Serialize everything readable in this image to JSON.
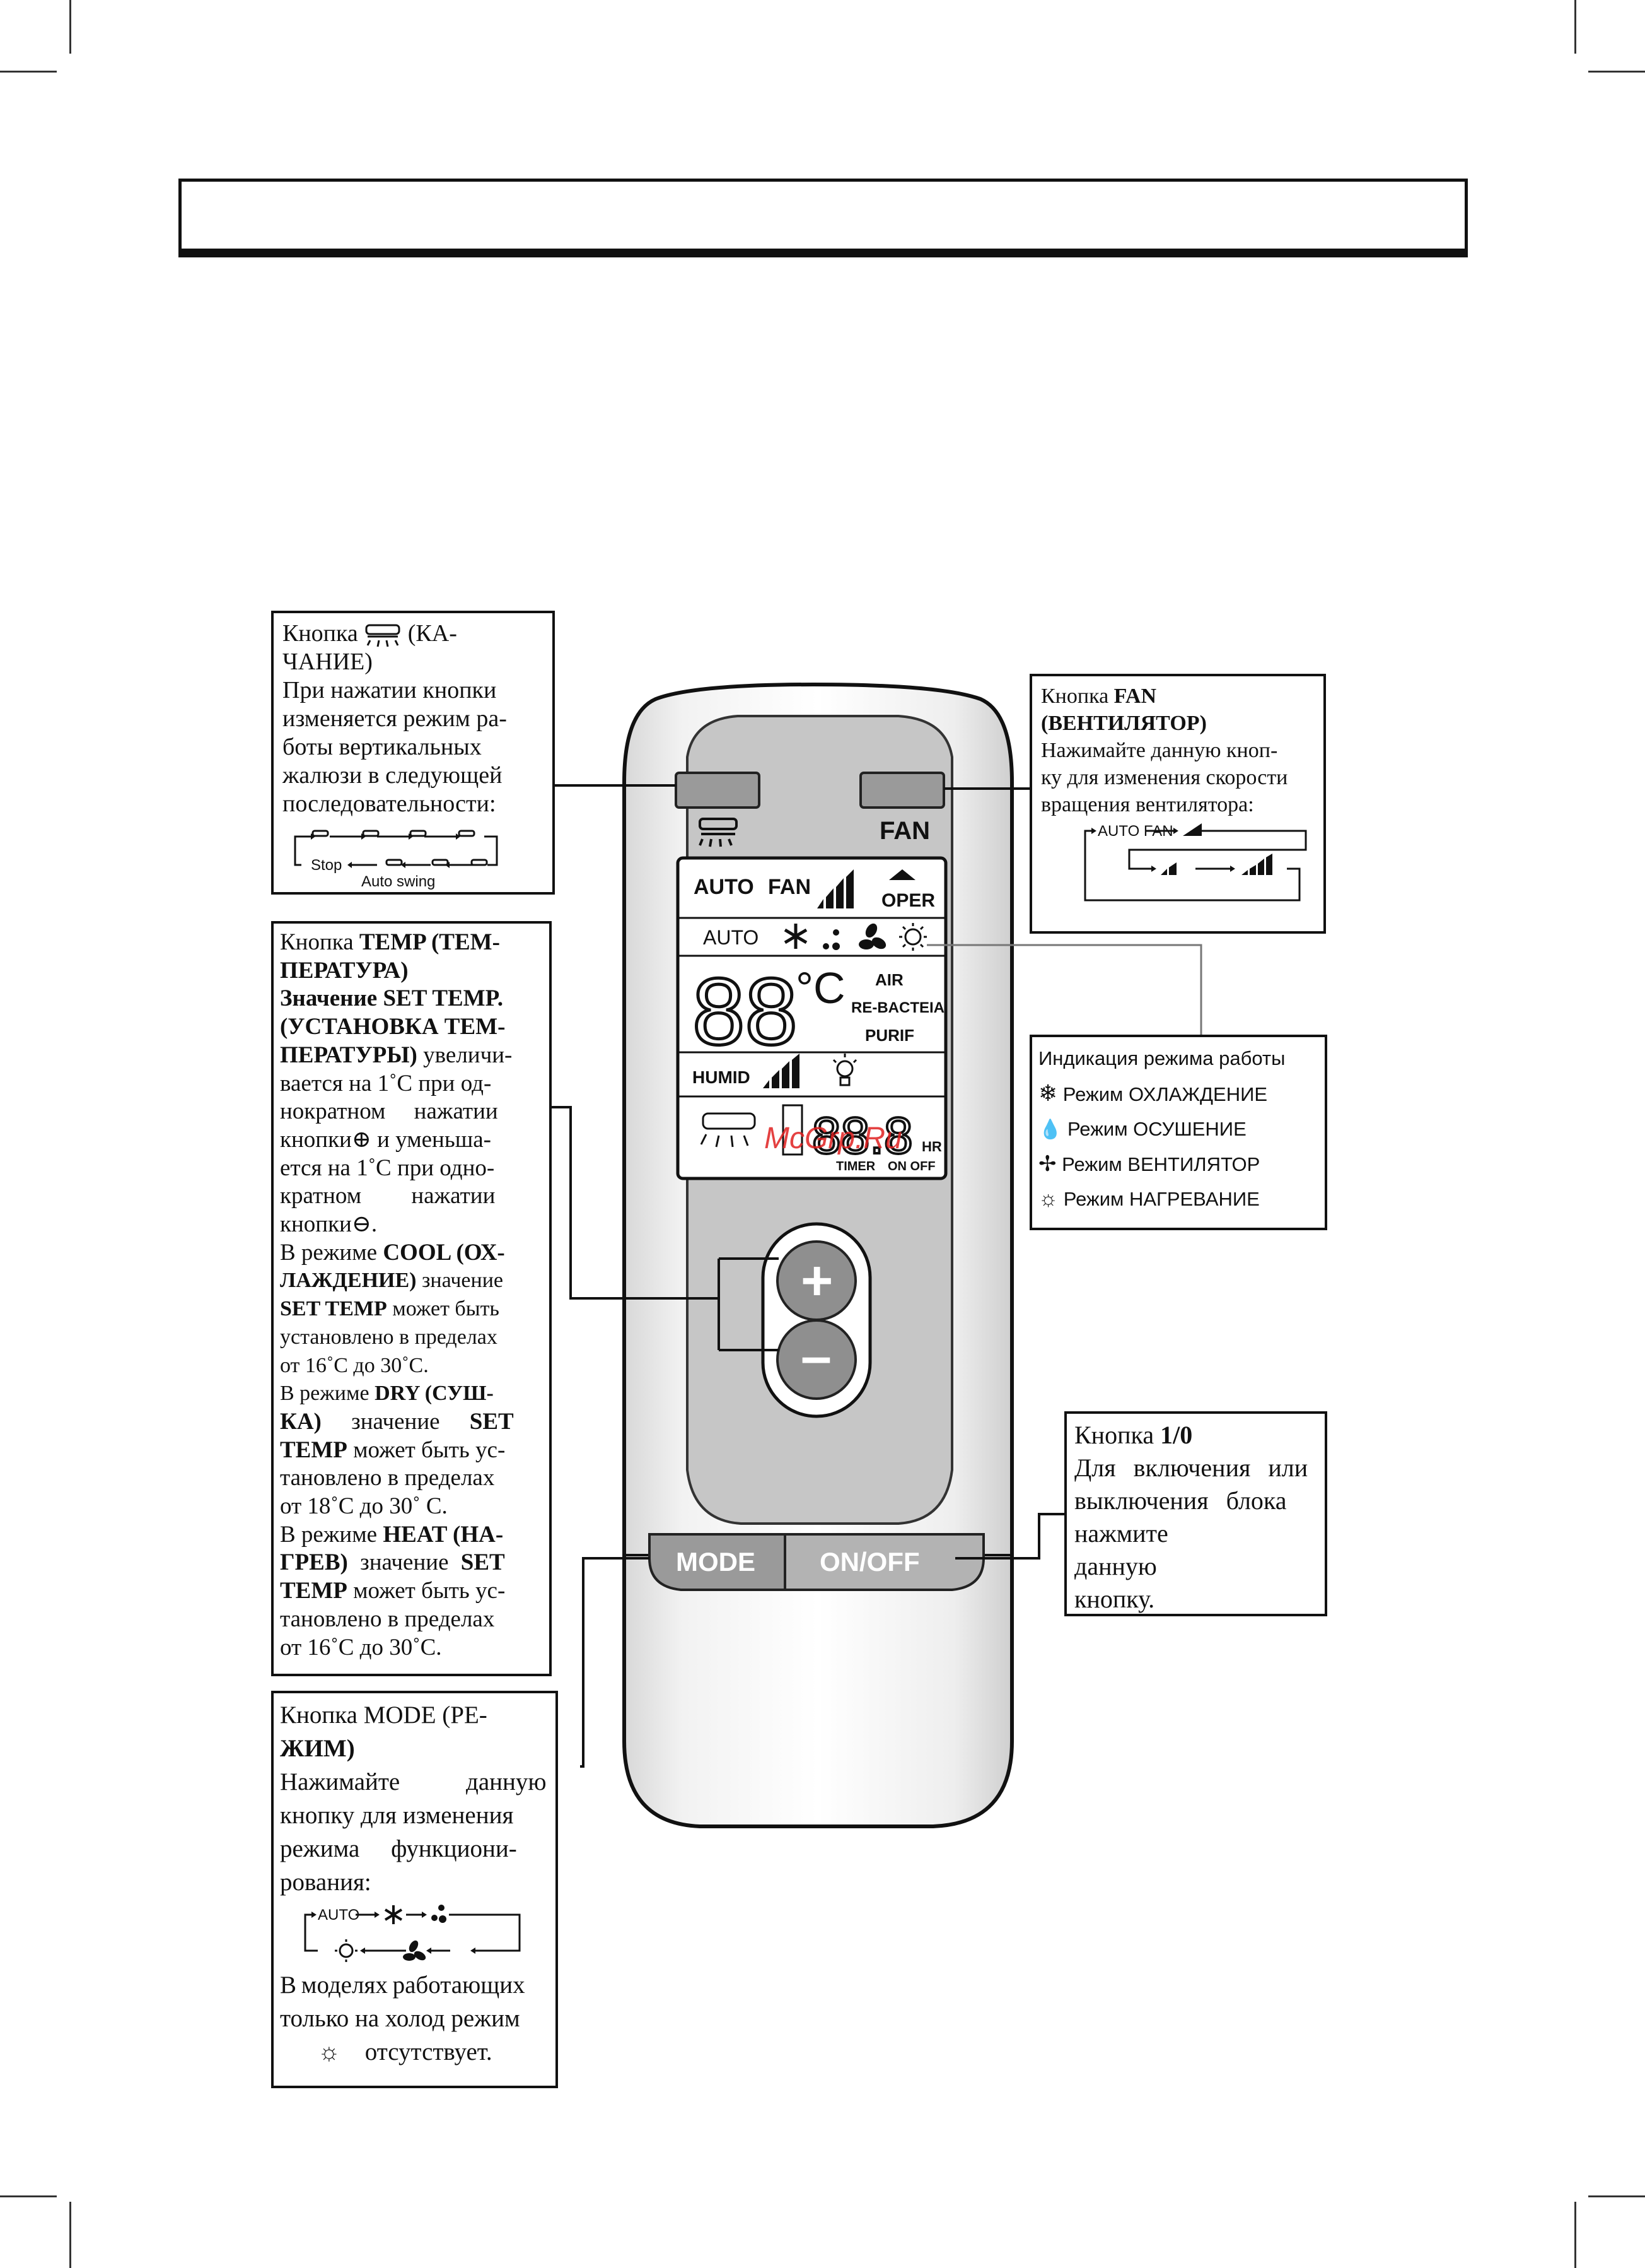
{
  "callouts": {
    "swing": {
      "title_prefix": "Кнопка",
      "title_suffix": "(КА-",
      "title_line2": "ЧАНИЕ)",
      "lines": [
        "При нажатии кнопки",
        "изменяется режим ра-",
        "боты вертикальных",
        "жалюзи в следующей",
        "последовательности:"
      ],
      "stop": "Stop",
      "auto_swing": "Auto swing"
    },
    "fan": {
      "title_prefix": "Кнопка ",
      "title_bold": "FAN",
      "title_line2": "(ВЕНТИЛЯТОР)",
      "lines": [
        "Нажимайте данную кноп-",
        "ку для изменения скорости",
        "вращения вентилятора:"
      ],
      "auto_fan": "AUTO FAN"
    },
    "temp": {
      "title_prefix": "Кнопка ",
      "title_bold": "TEMP (ТЕМ-",
      "title_line2": "ПЕРАТУРА)",
      "set_line1": "Значение SET TEMP.",
      "set_line2": "(УСТАНОВКА ТЕМ-",
      "set_line3_bold": "ПЕРАТУРЫ)",
      "set_line3_rest": " увеличи-",
      "body": [
        "вается на 1˚С при од-",
        "нократном нажатии"
      ],
      "plus_prefix": "кнопки",
      "plus_suffix": " и уменьша-",
      "body2": [
        "ется на 1˚С при одно-",
        "кратном нажатии"
      ],
      "minus_prefix": "кнопки",
      "minus_suffix": ".",
      "cool_1": "В режиме ",
      "cool_bold": "COOL (ОХ-",
      "cool_2_bold": "ЛАЖДЕНИЕ)",
      "cool_2_rest": " значение",
      "cool_3_bold": "SET TEMP",
      "cool_3_rest": " может быть",
      "cool_4": "установлено в пределах",
      "cool_5": "от 16˚С до 30˚С.",
      "dry_1": "В режиме ",
      "dry_bold": "DRY (СУШ-",
      "dry_2_bold": "КА)",
      "dry_2_rest": " значение ",
      "dry_2_bold2": "SET",
      "dry_3_bold": "TEMP",
      "dry_3_rest": " может быть ус-",
      "dry_4": "тановлено в пределах",
      "dry_5": "от 18˚С до 30˚ С.",
      "heat_1": "В режиме ",
      "heat_bold": "HEAT (НА-",
      "heat_2_bold": "ГРЕВ)",
      "heat_2_rest": " значение ",
      "heat_2_bold2": "SET",
      "heat_3_bold": "TEMP",
      "heat_3_rest": " может быть ус-",
      "heat_4": "тановлено в пределах",
      "heat_5": "от 16˚С до 30˚С."
    },
    "mode": {
      "title_prefix": "Кнопка ",
      "title_rest": "MODE (РЕ-",
      "title_line2": "ЖИМ)",
      "lines": [
        "Нажимайте данную",
        "кнопку для изменения",
        "режима функциони-",
        "рования:"
      ],
      "auto": "AUTO",
      "note": [
        "В моделях работающих",
        "только на холод режим"
      ],
      "note_end": "отсутствует."
    },
    "indication": {
      "title": "Индикация режима работы",
      "items": [
        "Режим ОХЛАЖДЕНИЕ",
        "Режим ОСУШЕНИЕ",
        "Режим ВЕНТИЛЯТОР",
        "Режим НАГРЕВАНИЕ"
      ]
    },
    "power": {
      "title_prefix": "Кнопка ",
      "title_bold": "1/0",
      "lines": [
        "Для включения или",
        "выключения блока",
        "нажмите данную"
      ],
      "last": "кнопку."
    }
  },
  "remote": {
    "fan_label": "FAN",
    "lcd": {
      "auto": "AUTO",
      "fan": "FAN",
      "oper": "OPER",
      "mode_auto": "AUTO",
      "temp_digits": "88",
      "temp_unit": "°C",
      "air": "AIR",
      "re_bacteia": "RE-BACTEIA",
      "purif": "PURIF",
      "humid": "HUMID",
      "timer_digits": "88.8",
      "hr": "HR",
      "timer": "TIMER",
      "on_off": "ON OFF"
    },
    "plus": "+",
    "minus": "–",
    "mode_button": "MODE",
    "onoff_button": "ON/OFF"
  },
  "watermark": "McGrp.Ru"
}
